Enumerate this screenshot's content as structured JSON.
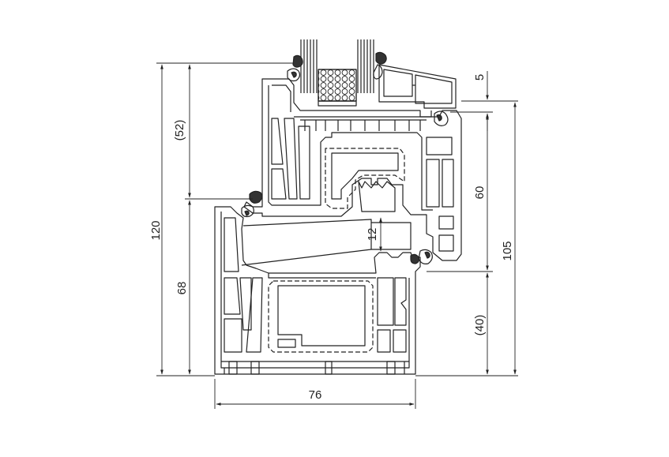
{
  "drawing": {
    "line_color": "#222222",
    "seal_color": "#333333",
    "background": "#ffffff"
  },
  "dimensions": {
    "glass_rebate": "5",
    "sash_height_bracket": "(52)",
    "total_height": "120",
    "frame_height": "68",
    "overlap": "12",
    "sash_visible": "60",
    "right_total": "105",
    "right_lower_bracket": "(40)",
    "frame_depth": "76"
  }
}
